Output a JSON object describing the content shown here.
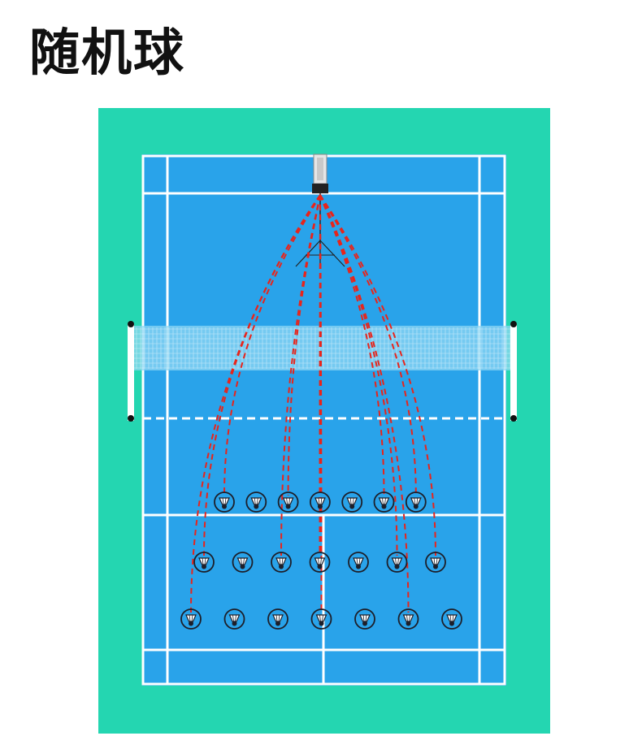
{
  "title": "随机球",
  "colors": {
    "surround": "#24d6b1",
    "court": "#29a3ea",
    "lines": "#ffffff",
    "net_band": "#8fd7f3",
    "trajectory": "#e8241b",
    "target_ring": "#1d1f2a"
  },
  "diagram": {
    "machine_icon": "shuttle-launcher-tripod",
    "target_icon": "shuttlecock-in-ring",
    "target_rows": [
      {
        "count": 7
      },
      {
        "count": 7
      },
      {
        "count": 7
      }
    ],
    "trajectories": [
      {
        "row": 0,
        "target": 0
      },
      {
        "row": 0,
        "target": 2
      },
      {
        "row": 0,
        "target": 3
      },
      {
        "row": 0,
        "target": 5
      },
      {
        "row": 0,
        "target": 6
      },
      {
        "row": 1,
        "target": 0
      },
      {
        "row": 1,
        "target": 2
      },
      {
        "row": 1,
        "target": 3
      },
      {
        "row": 1,
        "target": 5
      },
      {
        "row": 1,
        "target": 6
      },
      {
        "row": 2,
        "target": 0
      },
      {
        "row": 2,
        "target": 3
      },
      {
        "row": 2,
        "target": 5
      }
    ]
  }
}
